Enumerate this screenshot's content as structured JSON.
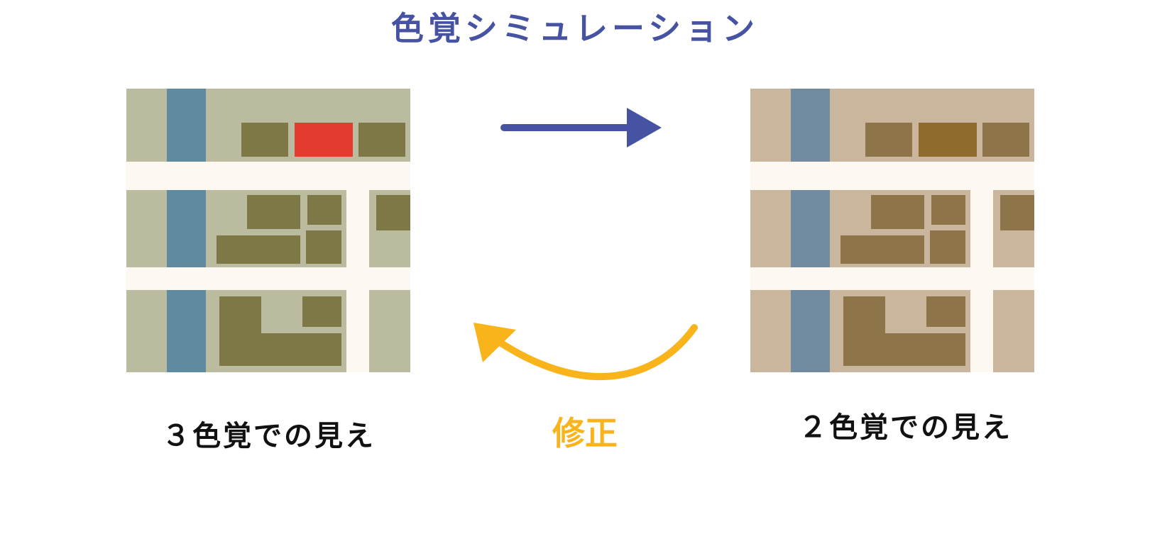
{
  "title": "色覚シミュレーション",
  "left_caption": "３色覚での見え",
  "right_caption": "２色覚での見え",
  "fix_label": "修正",
  "colors": {
    "title": "#4652a2",
    "forward_arrow": "#4652a2",
    "fix_arrow": "#f9b31b",
    "road": "#fdf8f2",
    "trichromat": {
      "background": "#bbbb9f",
      "river": "#5e8b9f",
      "building": "#7d7846",
      "highlight": "#e53b2e"
    },
    "dichromat": {
      "background": "#cab59d",
      "river": "#718ba0",
      "building": "#8e7449",
      "highlight": "#8f6b2e"
    }
  }
}
